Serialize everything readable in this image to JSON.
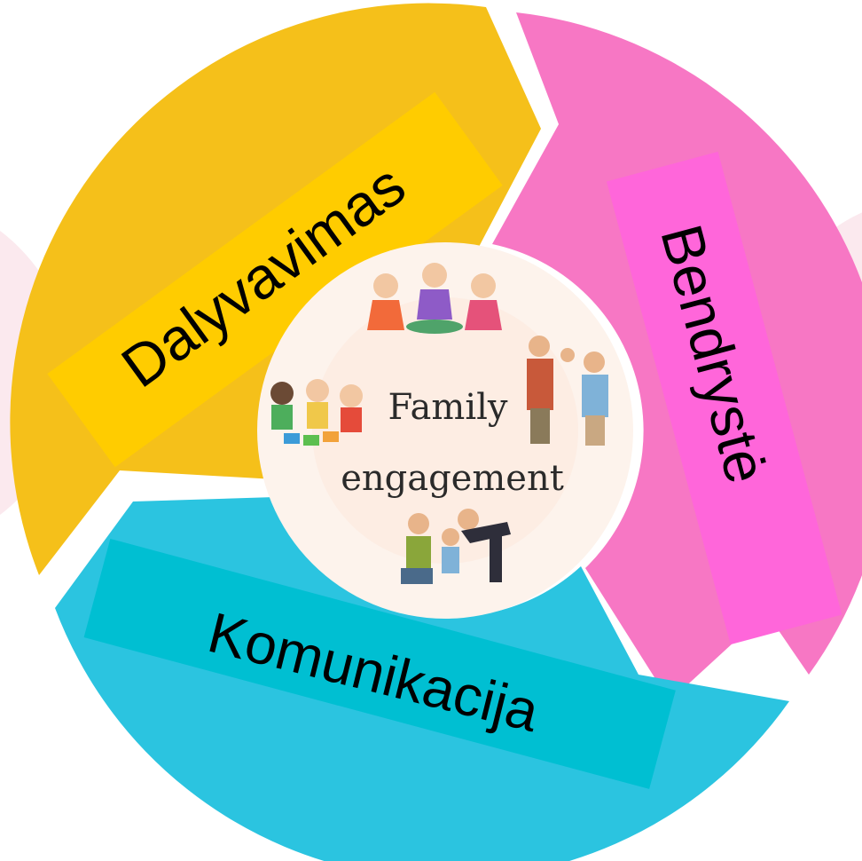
{
  "diagram": {
    "center": {
      "title_line1": "Family",
      "title_line2": "engagement"
    },
    "segments": [
      {
        "id": "dalyvavimas",
        "label": "Dalyvavimas",
        "color": "#F5C01A",
        "label_box_color": "#FFCC00"
      },
      {
        "id": "bendryste",
        "label": "Bendrystė",
        "color": "#F777C4",
        "label_box_color": "#FF66DA"
      },
      {
        "id": "komunikacija",
        "label": "Komunikacija",
        "color": "#2BC4E0",
        "label_box_color": "#00BFD2"
      }
    ],
    "background_circle_color": "#FBE9EE",
    "center_fill_color": "#FDF3EC"
  }
}
